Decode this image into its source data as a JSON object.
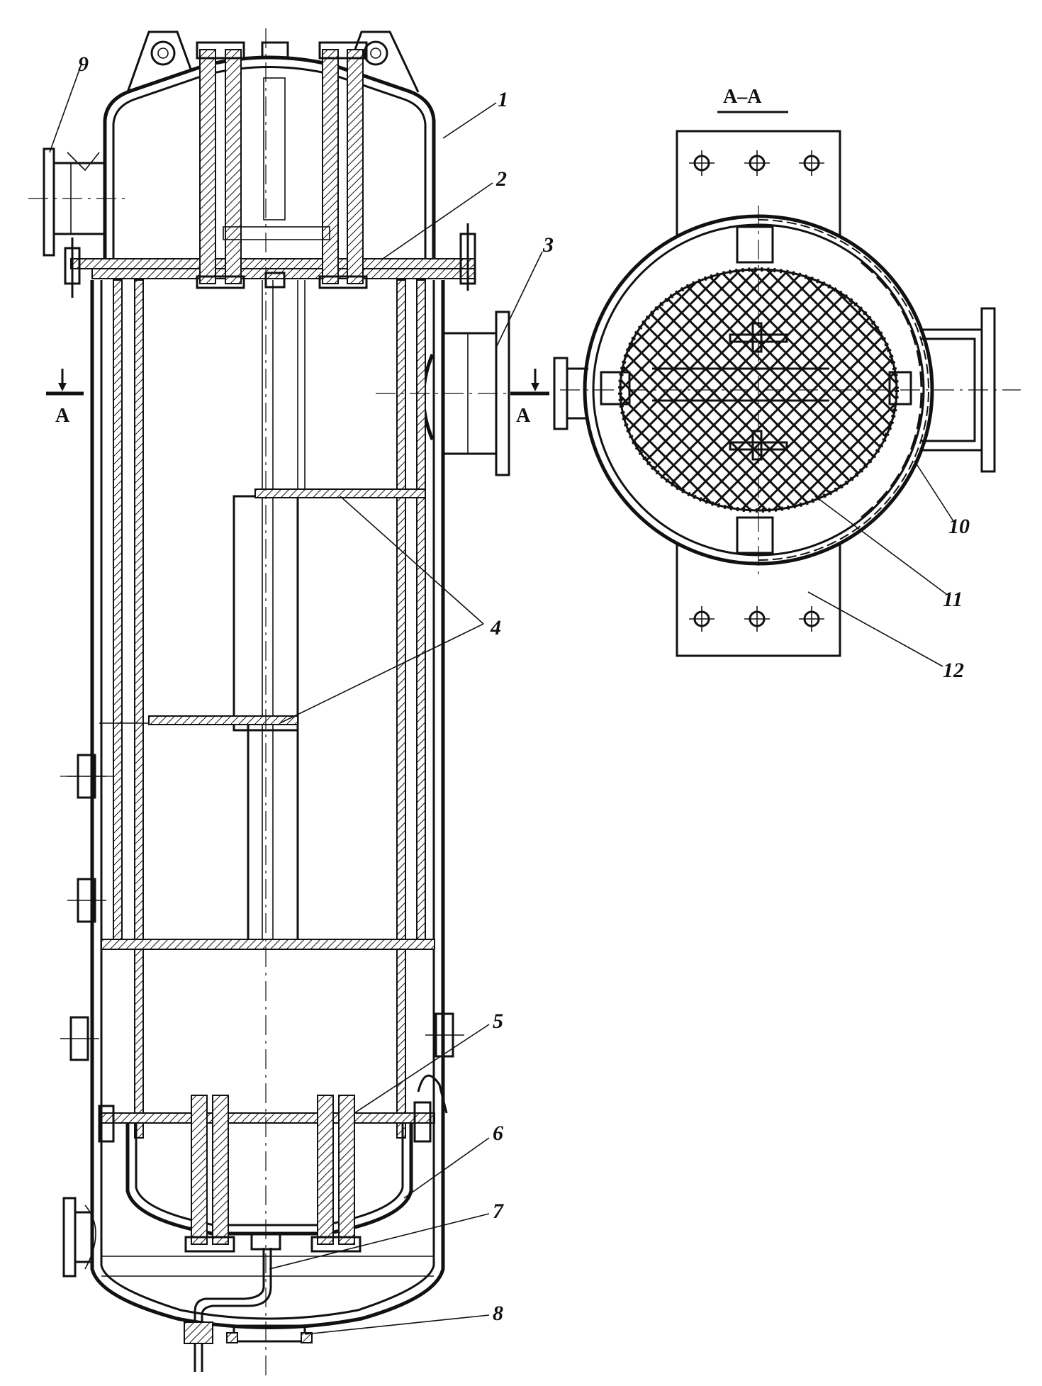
{
  "section_title": "A–A",
  "cut_marks": {
    "left": "A",
    "right": "A"
  },
  "callouts": [
    "1",
    "2",
    "3",
    "4",
    "5",
    "6",
    "7",
    "8",
    "9",
    "10",
    "11",
    "12"
  ]
}
